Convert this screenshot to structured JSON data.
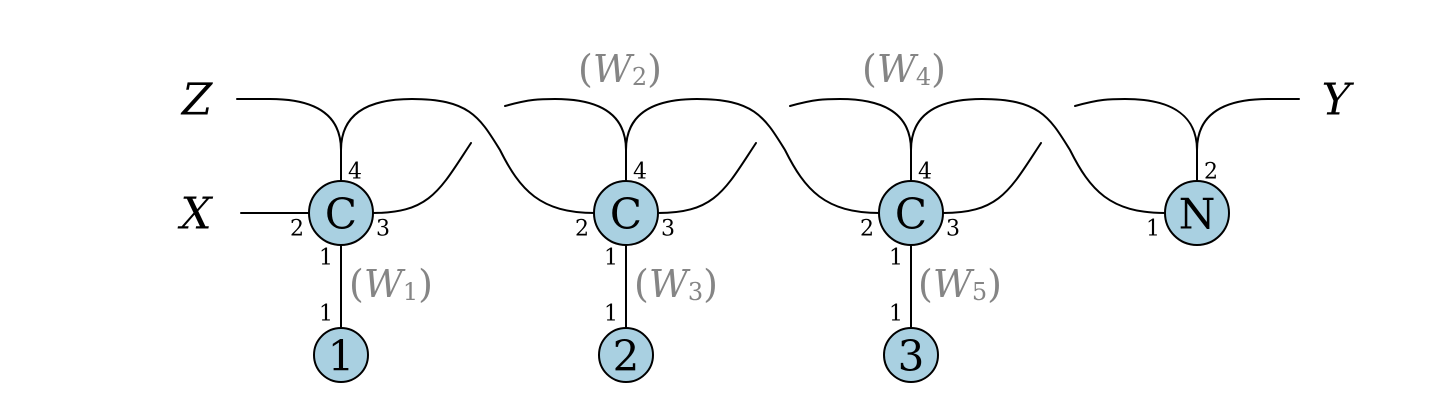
{
  "terminals": {
    "Z": "Z",
    "X": "X",
    "Y": "Y"
  },
  "nodes": {
    "c1": "C",
    "c2": "C",
    "c3": "C",
    "n": "N",
    "leaf1": "1",
    "leaf2": "2",
    "leaf3": "3"
  },
  "ports": {
    "c1": {
      "top": "4",
      "left": "2",
      "right": "3",
      "bottom": "1"
    },
    "c2": {
      "top": "4",
      "left": "2",
      "right": "3",
      "bottom": "1"
    },
    "c3": {
      "top": "4",
      "left": "2",
      "right": "3",
      "bottom": "1"
    },
    "n": {
      "top": "2",
      "left": "1"
    },
    "leaf1": {
      "top": "1"
    },
    "leaf2": {
      "top": "1"
    },
    "leaf3": {
      "top": "1"
    }
  },
  "wire_labels": {
    "w1": {
      "open": "(",
      "var": "W",
      "sub": "1",
      "close": ")"
    },
    "w2": {
      "open": "(",
      "var": "W",
      "sub": "2",
      "close": ")"
    },
    "w3": {
      "open": "(",
      "var": "W",
      "sub": "3",
      "close": ")"
    },
    "w4": {
      "open": "(",
      "var": "W",
      "sub": "4",
      "close": ")"
    },
    "w5": {
      "open": "(",
      "var": "W",
      "sub": "5",
      "close": ")"
    }
  },
  "colors": {
    "node_fill": "#a9d0e1",
    "wire_label": "#858585",
    "stroke": "#000000"
  }
}
